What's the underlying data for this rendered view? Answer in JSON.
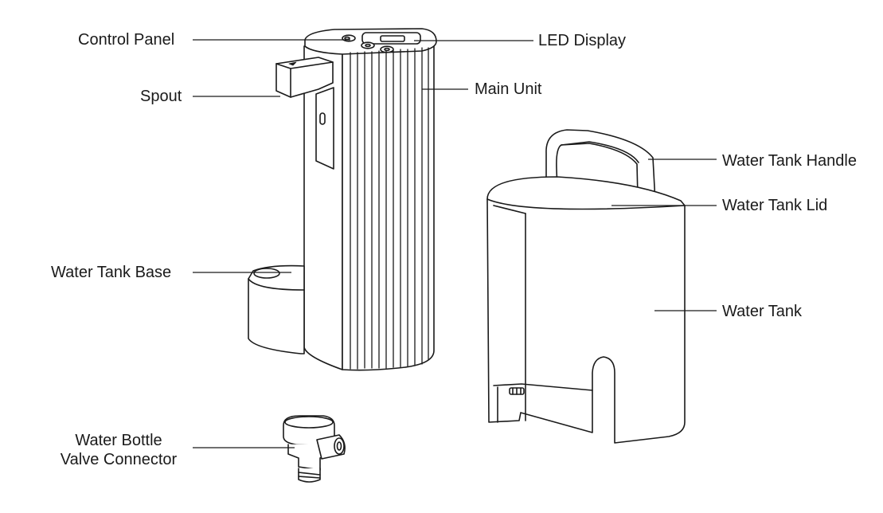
{
  "labels": {
    "control_panel": "Control Panel",
    "led_display": "LED Display",
    "spout": "Spout",
    "main_unit": "Main Unit",
    "water_tank_handle": "Water Tank Handle",
    "water_tank_lid": "Water Tank Lid",
    "water_tank_base": "Water Tank Base",
    "water_tank": "Water Tank",
    "valve_connector_line1": "Water Bottle",
    "valve_connector_line2": "Valve Connector"
  },
  "colors": {
    "stroke": "#1a1a1a",
    "fill": "#ffffff"
  }
}
